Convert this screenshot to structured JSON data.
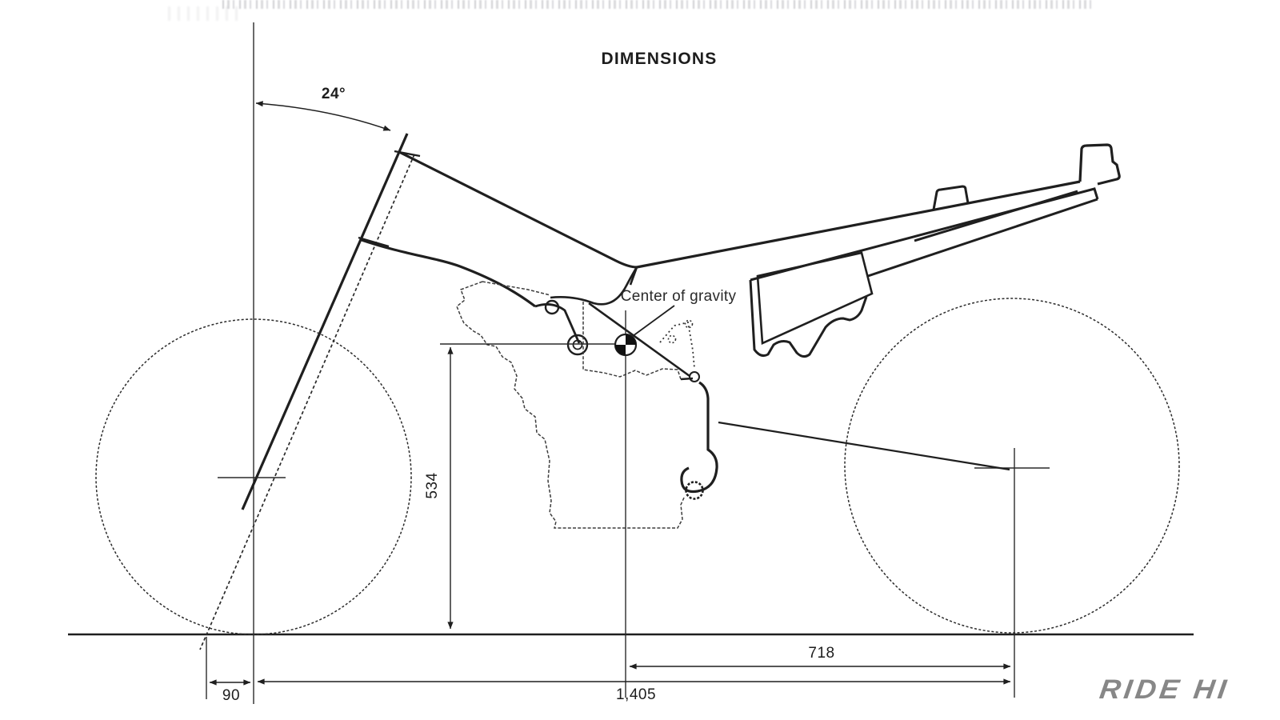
{
  "title": "DIMENSIONS",
  "labels": {
    "center_of_gravity": "Center of gravity"
  },
  "measurements": {
    "rake_angle": {
      "value": "24°"
    },
    "cg_height": {
      "value": "534"
    },
    "cg_to_rear_axle": {
      "value": "718"
    },
    "wheelbase": {
      "value": "1,405"
    },
    "trail": {
      "value": "90"
    }
  },
  "watermark": {
    "text": "RIDE HI"
  },
  "colors": {
    "ink": "#1f1f1f",
    "background": "#ffffff",
    "watermark_gray": "#878787"
  }
}
